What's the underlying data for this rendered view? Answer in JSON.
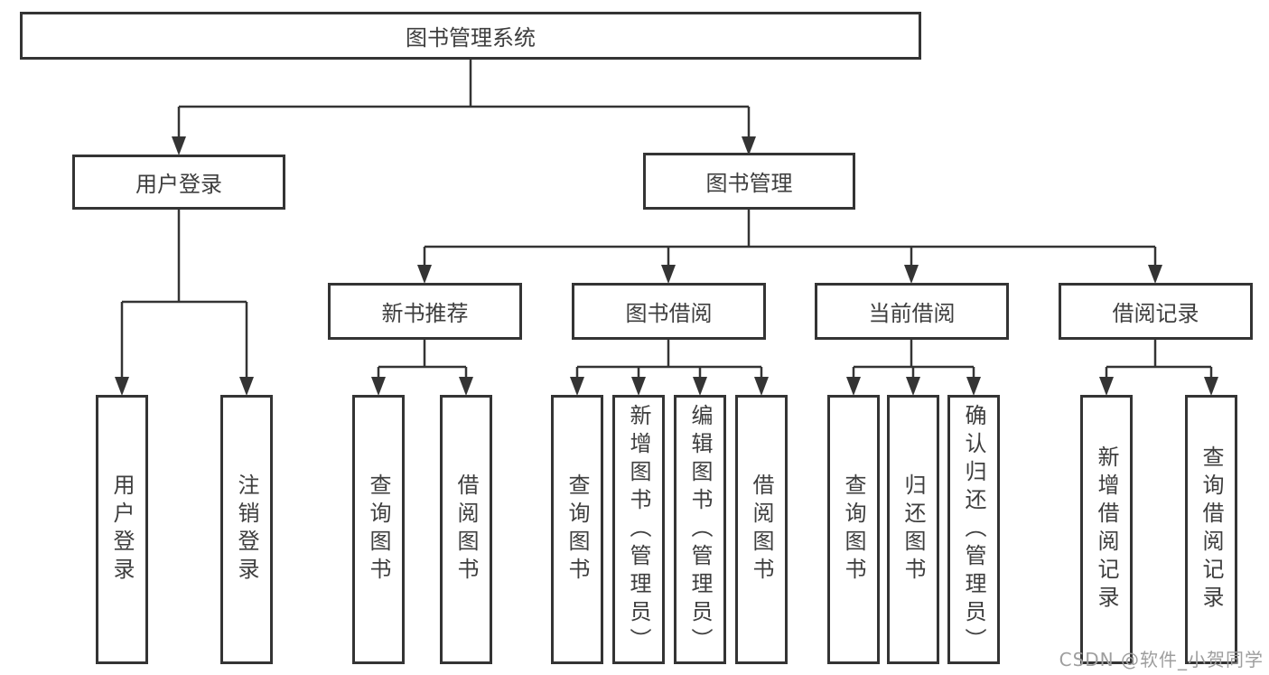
{
  "tree": {
    "label": "图书管理系统",
    "children": [
      {
        "label": "用户登录",
        "children": [
          {
            "label": "用户登录"
          },
          {
            "label": "注销登录"
          }
        ]
      },
      {
        "label": "图书管理",
        "children": [
          {
            "label": "新书推荐",
            "children": [
              {
                "label": "查询图书"
              },
              {
                "label": "借阅图书"
              }
            ]
          },
          {
            "label": "图书借阅",
            "children": [
              {
                "label": "查询图书"
              },
              {
                "label": "新增图书（管理员）"
              },
              {
                "label": "编辑图书（管理员）"
              },
              {
                "label": "借阅图书"
              }
            ]
          },
          {
            "label": "当前借阅",
            "children": [
              {
                "label": "查询图书"
              },
              {
                "label": "归还图书"
              },
              {
                "label": "确认归还（管理员）"
              }
            ]
          },
          {
            "label": "借阅记录",
            "children": [
              {
                "label": "新增借阅记录"
              },
              {
                "label": "查询借阅记录"
              }
            ]
          }
        ]
      }
    ]
  },
  "watermark": {
    "text": "CSDN @软件_小贺同学"
  },
  "colors": {
    "background": "#ffffff",
    "box_border": "#343434",
    "connector": "#343434",
    "text": "#3e3e3e",
    "watermark": "#9e9e9e"
  }
}
